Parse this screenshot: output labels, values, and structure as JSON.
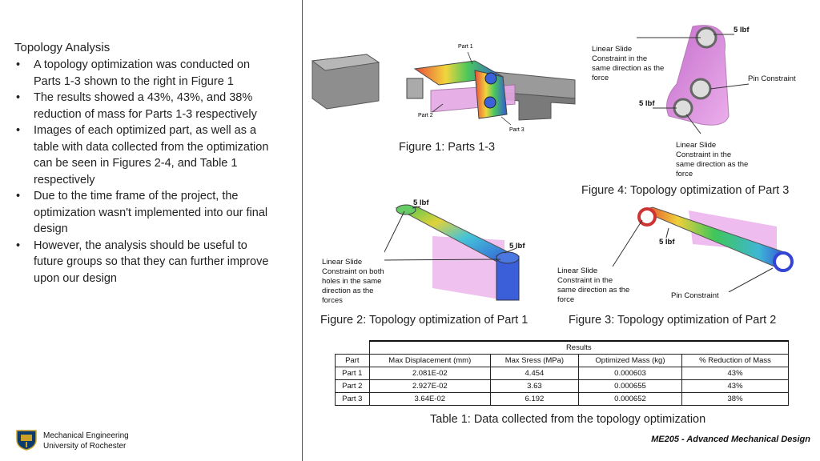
{
  "left": {
    "heading": "Topology Analysis",
    "bullets": [
      "A topology optimization was conducted on Parts 1-3 shown to the right in Figure 1",
      "The results showed a 43%, 43%, and 38% reduction of mass for Parts 1-3 respectively",
      "Images of each optimized part, as well as a table with data collected from the optimization can be seen in Figures 2-4, and Table 1 respectively",
      "Due to the time frame of the project, the optimization wasn't implemented into our final design",
      "However, the analysis should be useful to future groups so that they can further improve upon our design"
    ]
  },
  "figures": {
    "fig1": {
      "caption": "Figure 1: Parts 1-3",
      "part1": "Part 1",
      "part2": "Part 2",
      "part3": "Part 3"
    },
    "fig2": {
      "caption": "Figure 2: Topology optimization of Part 1",
      "force_top": "5 lbf",
      "force_bottom": "5 lbf",
      "constraint": [
        "Linear Slide",
        "Constraint on both",
        "holes in the same",
        "direction as the",
        "forces"
      ]
    },
    "fig3": {
      "caption": "Figure 3: Topology optimization of Part 2",
      "force": "5 lbf",
      "constraint": [
        "Linear Slide",
        "Constraint in the",
        "same direction as the",
        "force"
      ],
      "pin": "Pin Constraint"
    },
    "fig4": {
      "caption": "Figure 4: Topology optimization of Part 3",
      "force_top": "5 lbf",
      "force_mid": "5 lbf",
      "constraint_top": [
        "Linear Slide",
        "Constraint in the",
        "same direction as the",
        "force"
      ],
      "pin": "Pin Constraint",
      "constraint_bottom": [
        "Linear Slide",
        "Constraint in the",
        "same direction as the",
        "force"
      ]
    }
  },
  "table": {
    "caption": "Table 1: Data collected from the topology optimization",
    "group_header": "Results",
    "headers": [
      "Part",
      "Max Displacement (mm)",
      "Max Sress (MPa)",
      "Optimized Mass (kg)",
      "% Reduction of Mass"
    ],
    "rows": [
      [
        "Part 1",
        "2.081E-02",
        "4.454",
        "0.000603",
        "43%"
      ],
      [
        "Part 2",
        "2.927E-02",
        "3.63",
        "0.000655",
        "43%"
      ],
      [
        "Part 3",
        "3.64E-02",
        "6.192",
        "0.000652",
        "38%"
      ]
    ]
  },
  "footer": {
    "org_line1": "Mechanical Engineering",
    "org_line2": "University of Rochester",
    "course": "ME205 - Advanced Mechanical Design"
  },
  "colors": {
    "divider": "#555555",
    "ghost_magenta": "#e8a6e8",
    "heat_blue": "#2b3bd6",
    "heat_red": "#e0301e"
  }
}
